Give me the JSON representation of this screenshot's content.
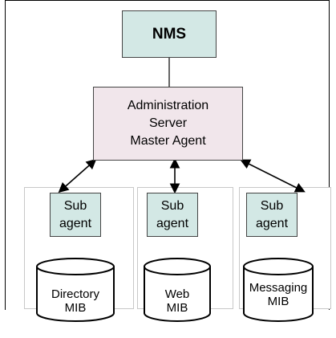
{
  "nodes": {
    "nms": "NMS",
    "admin_server": "Administration\nServer\nMaster Agent",
    "sub_agents": [
      "Sub\nagent",
      "Sub\nagent",
      "Sub\nagent"
    ],
    "mibs": [
      "Directory\nMIB",
      "Web\nMIB",
      "Messaging\nMIB"
    ]
  },
  "colors": {
    "teal_fill": "#d3e8e5",
    "pink_fill": "#f1e6eb"
  }
}
